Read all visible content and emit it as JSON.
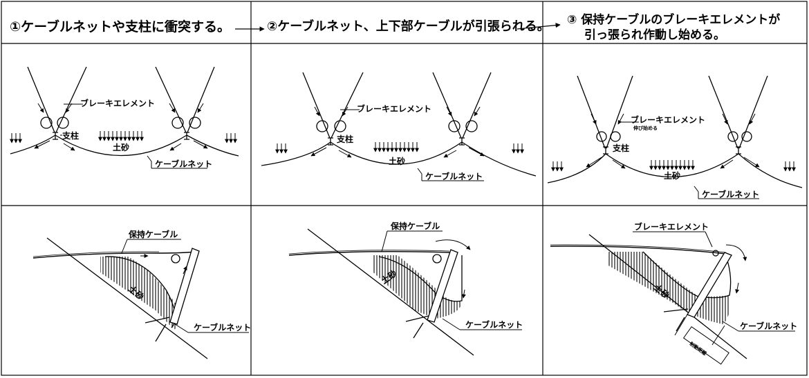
{
  "steps": [
    {
      "title": "①ケーブルネットや支柱に衝突する。"
    },
    {
      "title": "②ケーブルネット、上下部ケーブルが引張られる。"
    },
    {
      "title_line1": "③ 保持ケーブルのブレーキエレメントが",
      "title_line2": "引っ張られ作動し始める。"
    }
  ],
  "labels": {
    "brake_element": "ブレーキエレメント",
    "post": "支柱",
    "soil": "土砂",
    "cable_net": "ケーブルネット",
    "holding_cable": "保持ケーブル",
    "brake_stretch": "伸び始める",
    "brake_range": "制動距離"
  }
}
